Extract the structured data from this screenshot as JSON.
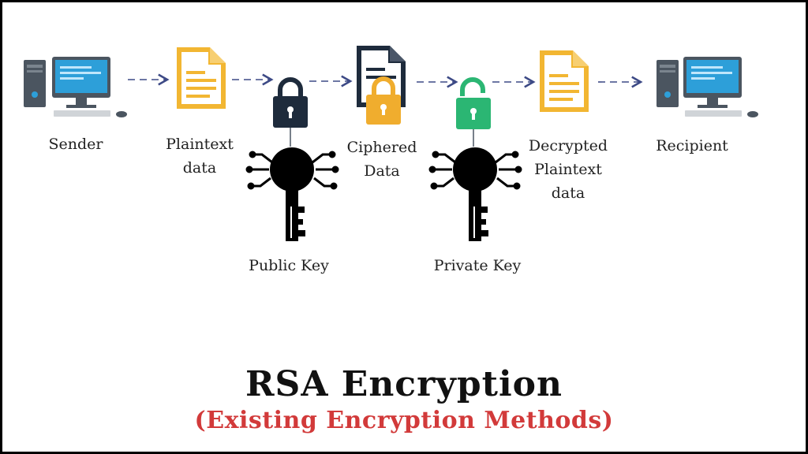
{
  "diagram": {
    "nodes": {
      "sender": {
        "label": "Sender",
        "icon": "computer-icon"
      },
      "plaintext": {
        "label_line1": "Plaintext",
        "label_line2": "data",
        "icon": "document-icon"
      },
      "ciphered": {
        "label_line1": "Ciphered",
        "label_line2": "Data",
        "icon": "locked-document-icon"
      },
      "decrypted": {
        "label_line1": "Decrypted",
        "label_line2": "Plaintext",
        "label_line3": "data",
        "icon": "document-icon"
      },
      "recipient": {
        "label": "Recipient",
        "icon": "computer-icon"
      }
    },
    "keys": {
      "public": {
        "label": "Public Key",
        "lock_icon": "closed-padlock-icon",
        "key_icon": "circuit-key-icon"
      },
      "private": {
        "label": "Private Key",
        "lock_icon": "open-padlock-icon",
        "key_icon": "circuit-key-icon"
      }
    }
  },
  "title": "RSA Encryption",
  "subtitle": "(Existing Encryption Methods)",
  "colors": {
    "document": "#f2b632",
    "document_dark": "#1e2b3c",
    "lock_dark": "#1e2b3c",
    "lock_gold": "#f0ad2e",
    "lock_green": "#2bb673",
    "arrow": "#3d4a86",
    "monitor_screen": "#2d9fd9",
    "subtitle": "#d23a3a"
  }
}
